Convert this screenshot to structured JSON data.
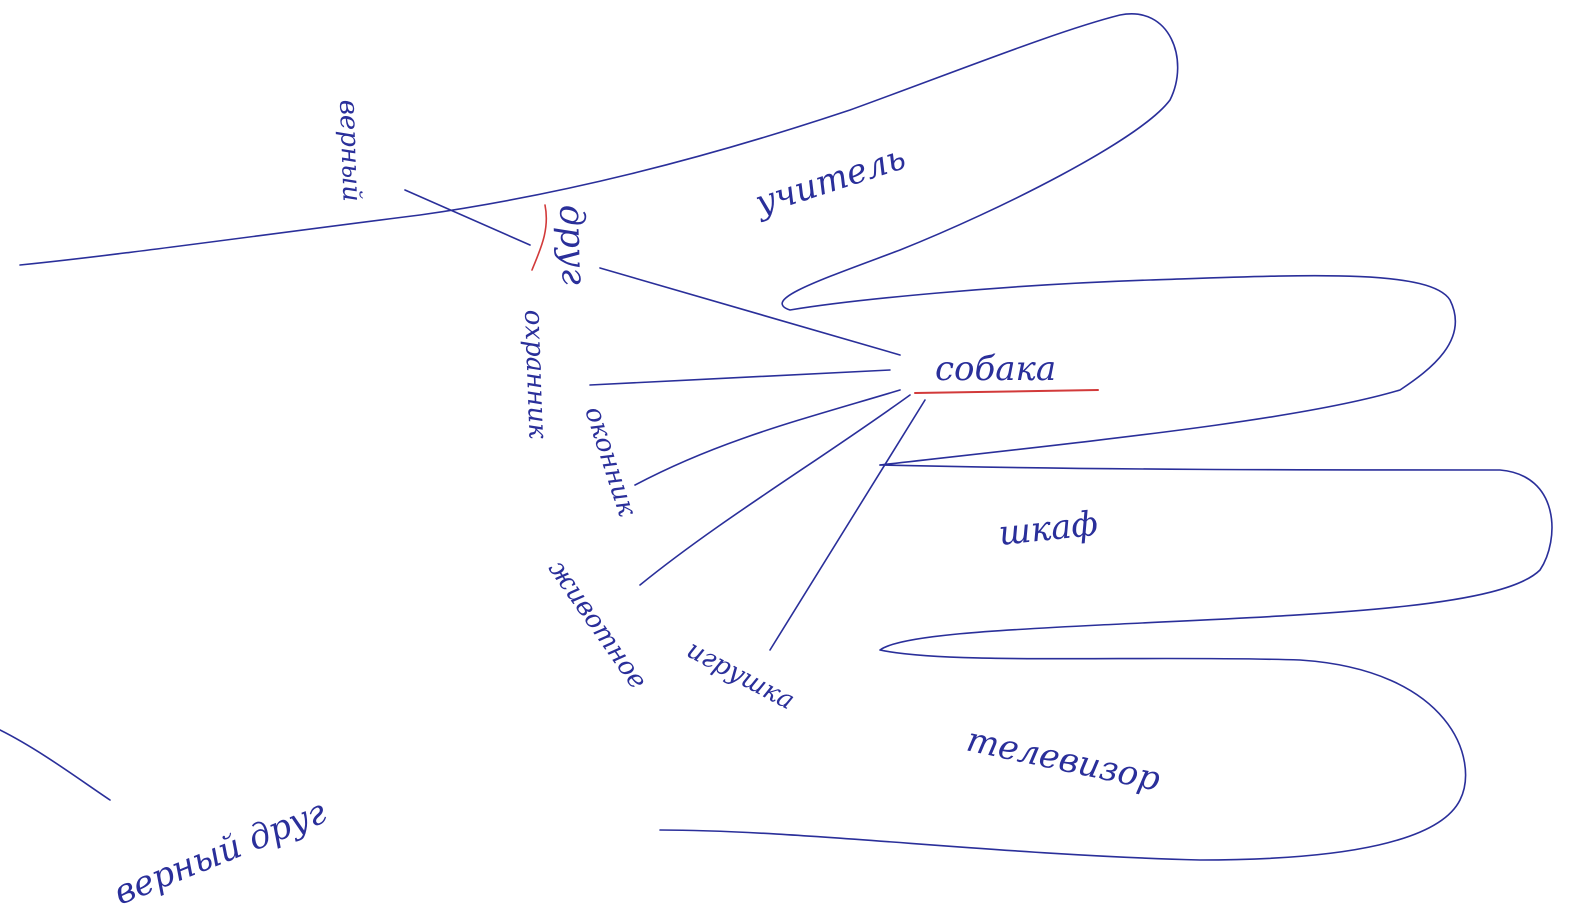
{
  "colors": {
    "ink": "#2a2f9a",
    "underline": "#d23a3a",
    "paper": "#ffffff"
  },
  "center_word": "собака",
  "labels": {
    "teacher": "учитель",
    "closet": "шкаф",
    "tv": "телевизор",
    "faithful": "верный",
    "friend": "друг",
    "guard": "охранник",
    "window_sill": "оконник",
    "animal": "животное",
    "toy": "игрушка",
    "best_friend": "верный друг"
  }
}
